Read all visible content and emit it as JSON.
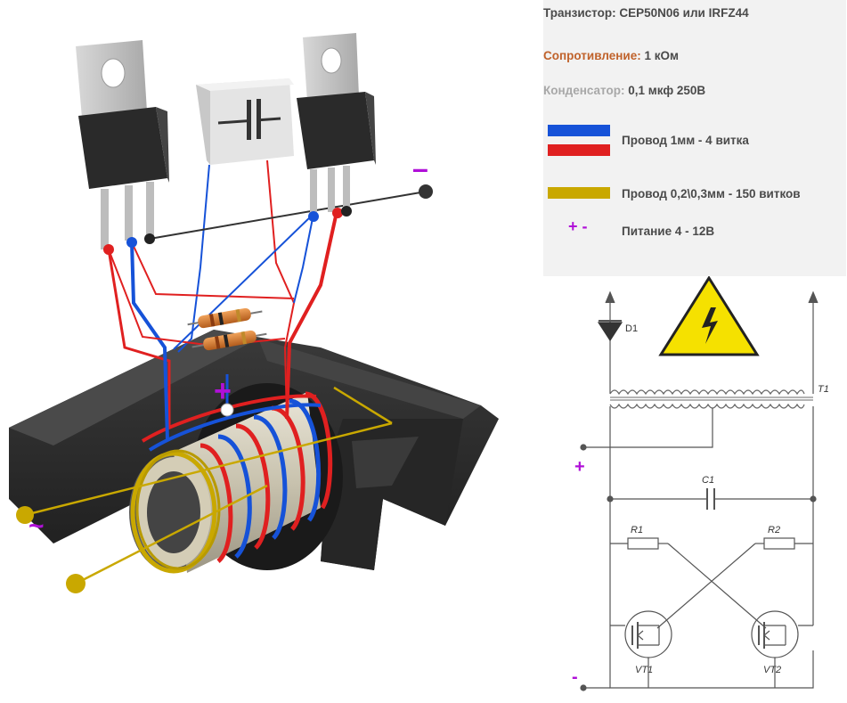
{
  "legend": {
    "transistor_label": "Транзистор:",
    "transistor_value": "CEP50N06 или IRFZ44",
    "resistor_label": "Сопротивление:",
    "resistor_value": "1 кОм",
    "capacitor_label": "Конденсатор:",
    "capacitor_value": "0,1 мкф 250В",
    "wire_thick": "Провод 1мм - 4 витка",
    "wire_thin": "Провод 0,2\\0,3мм - 150 витков",
    "power_symbol": "+ -",
    "power": "Питание 4 - 12В"
  },
  "illustration": {
    "plus_mark": "+",
    "minus_mark": "–",
    "output_mark": "~"
  },
  "schematic": {
    "diode": "D1",
    "transformer": "T1",
    "capacitor": "C1",
    "resistor1": "R1",
    "resistor2": "R2",
    "transistor1": "VT1",
    "transistor2": "VT2",
    "plus": "+",
    "minus": "-"
  },
  "colors": {
    "blue_wire": "#1652d8",
    "red_wire": "#e02020",
    "yellow_wire": "#c9a800",
    "purple": "#b010d8",
    "core": "#2b2b2b",
    "resistor_body": "#d9782a"
  }
}
